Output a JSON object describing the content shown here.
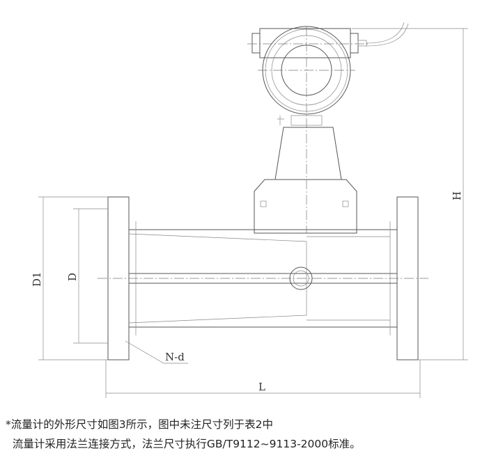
{
  "drawing": {
    "labels": {
      "d1": "D1",
      "d": "D",
      "h": "H",
      "l": "L",
      "nd": "N-d"
    }
  },
  "notes": {
    "line1": "*流量计的外形尺寸如图3所示，图中未注尺寸列于表2中",
    "line2": "  流量计采用法兰连接方式，法兰尺寸执行GB/T9112~9113-2000标准。"
  }
}
